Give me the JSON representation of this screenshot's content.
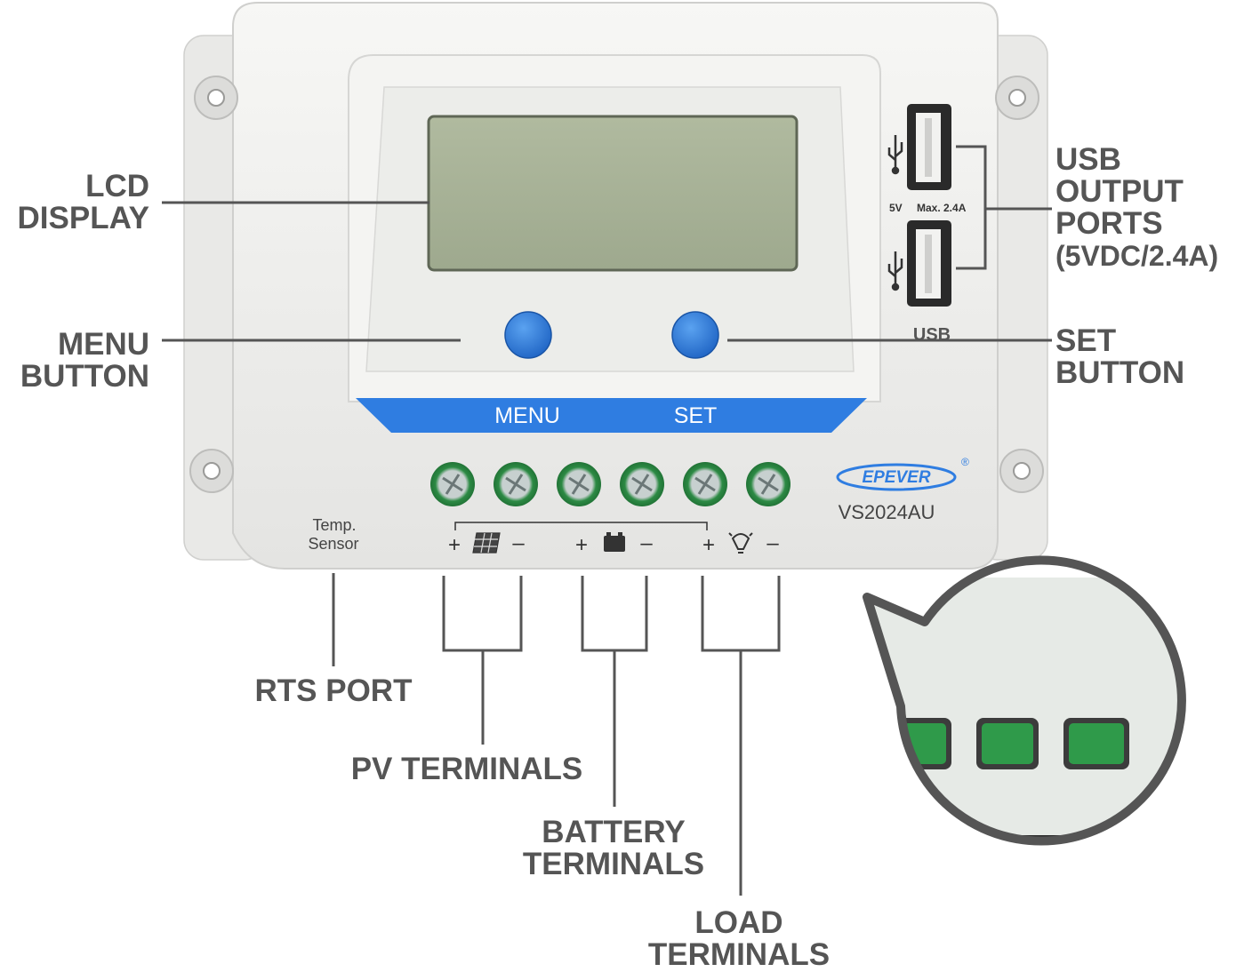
{
  "labels": {
    "lcd_display": [
      "LCD",
      "DISPLAY"
    ],
    "menu_button": [
      "MENU",
      "BUTTON"
    ],
    "usb_output_ports": [
      "USB",
      "OUTPUT",
      "PORTS",
      "(5VDC/2.4A)"
    ],
    "set_button": [
      "SET",
      "BUTTON"
    ],
    "rts_port": "RTS PORT",
    "pv_terminals": "PV TERMINALS",
    "battery_terminals": [
      "BATTERY",
      "TERMINALS"
    ],
    "load_terminals": [
      "LOAD",
      "TERMINALS"
    ]
  },
  "device": {
    "menu_label": "MENU",
    "set_label": "SET",
    "usb_spec_voltage": "5V",
    "usb_spec_current": "Max. 2.4A",
    "usb_text": "USB",
    "brand": "EPEVER",
    "brand_mark": "®",
    "model": "VS2024AU",
    "temp_sensor": [
      "Temp.",
      "Sensor"
    ],
    "plus": "+",
    "minus": "–",
    "terminal_icons": [
      "solar-panel-icon",
      "battery-icon",
      "lamp-icon"
    ]
  },
  "colors": {
    "case": "#f2f2f0",
    "lcd": "#a9b499",
    "accent_blue": "#2f7de1",
    "terminal_green": "#2e8a45",
    "label_gray": "#555555"
  }
}
